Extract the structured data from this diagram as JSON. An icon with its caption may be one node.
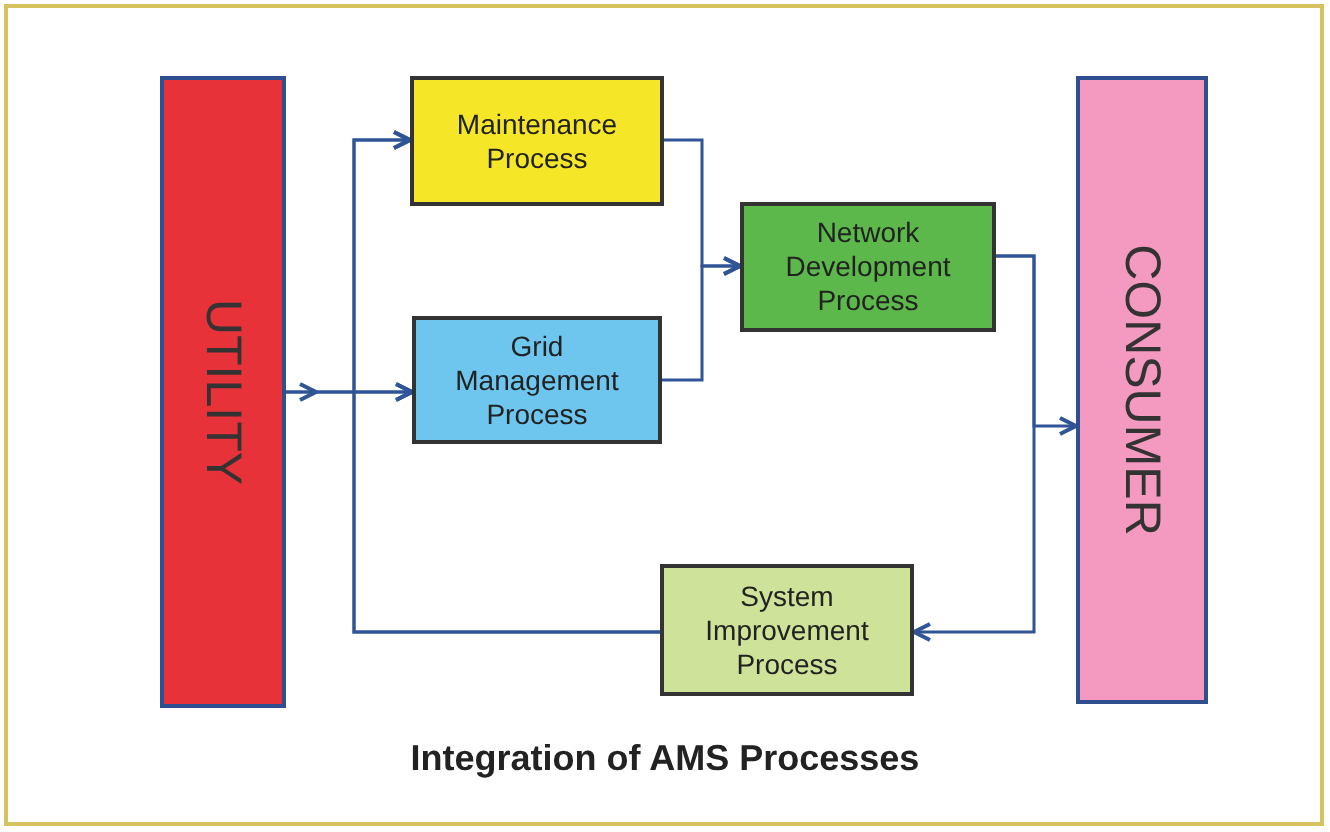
{
  "diagram": {
    "caption": "Integration of AMS Processes",
    "nodes": [
      {
        "text": [
          "UTILITY"
        ]
      },
      {
        "text": [
          "Maintenance Process"
        ]
      },
      {
        "text": [
          "Grid Management Process"
        ]
      },
      {
        "text": [
          "Network Development Process"
        ]
      },
      {
        "text": [
          "System Improvement Process"
        ]
      },
      {
        "text": [
          "CONSUMER"
        ]
      }
    ],
    "edges": [
      {
        "from": 0,
        "to": 1,
        "arrow": "to"
      },
      {
        "from": 0,
        "to": 2,
        "arrow": "to"
      },
      {
        "from": 4,
        "to": 1,
        "arrow": "to"
      },
      {
        "from": 4,
        "to": 2,
        "arrow": "to"
      },
      {
        "from": 1,
        "to": 3,
        "arrow": "to"
      },
      {
        "from": 2,
        "to": 3,
        "arrow": "to"
      },
      {
        "from": 3,
        "to": 5,
        "arrow": "to"
      },
      {
        "from": 3,
        "to": 4,
        "arrow": "to"
      }
    ]
  }
}
